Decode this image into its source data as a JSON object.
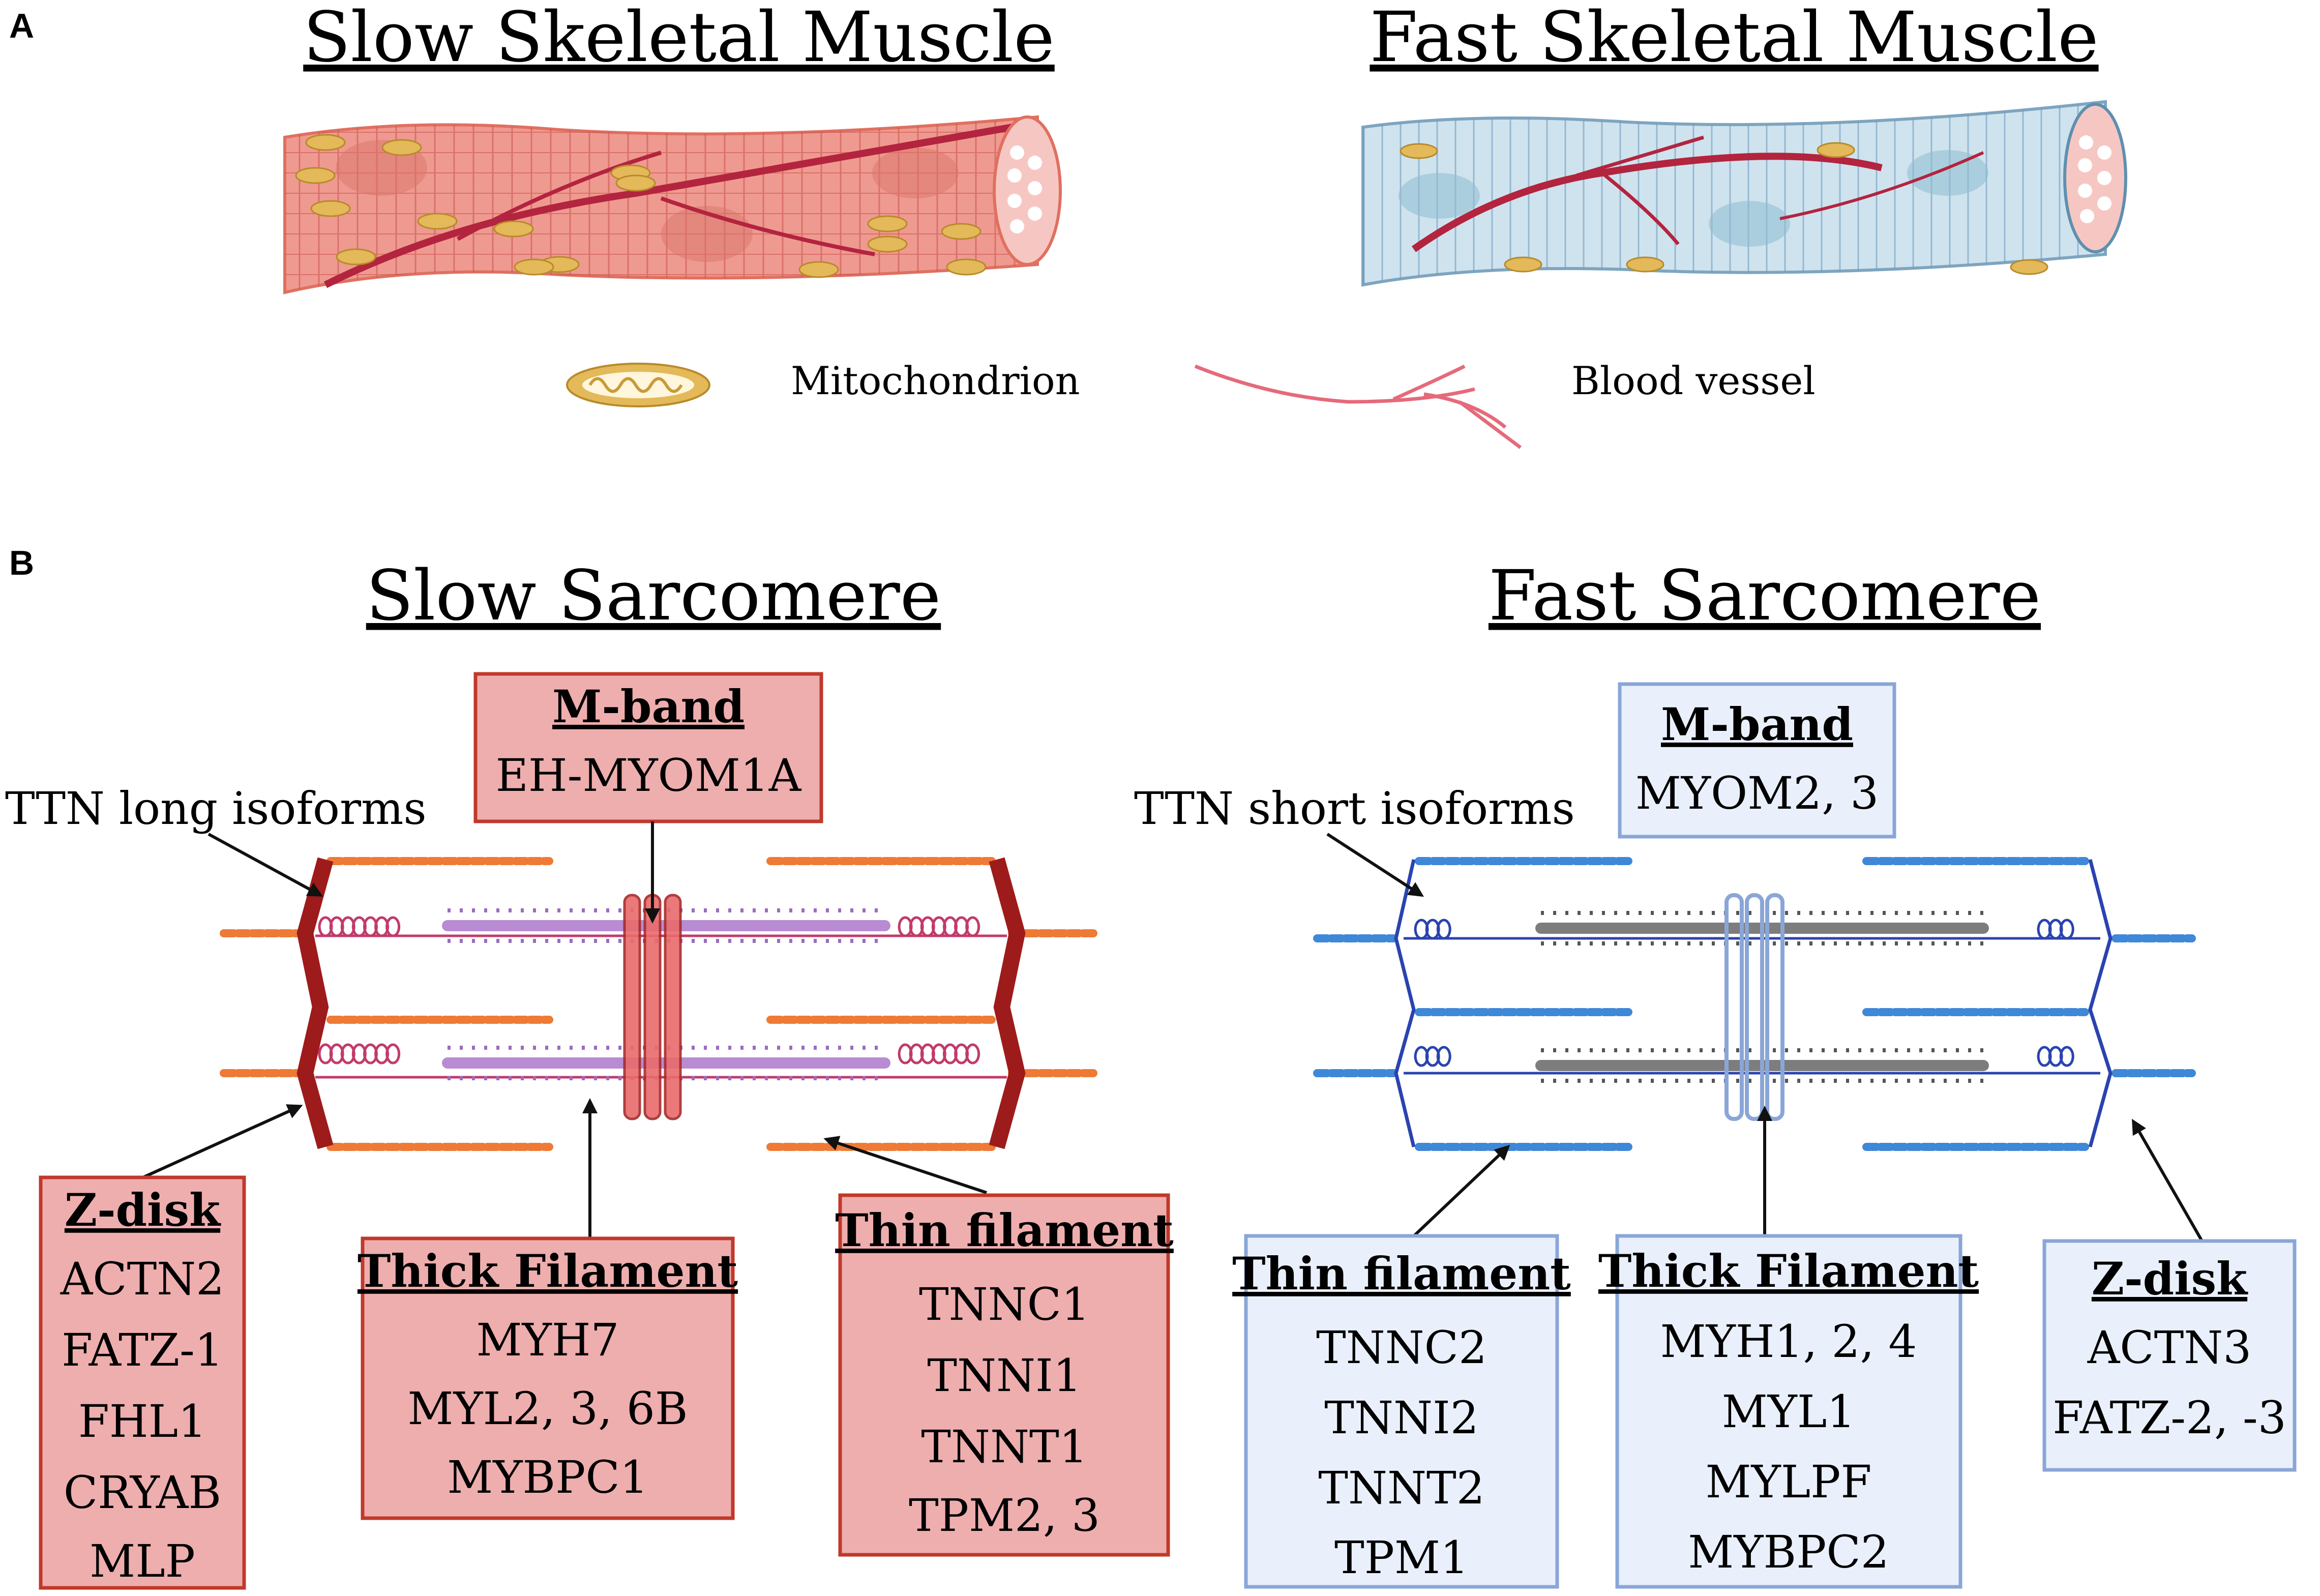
{
  "panels": {
    "a": {
      "letter": "A",
      "slow_title": "Slow Skeletal Muscle",
      "fast_title": "Fast Skeletal Muscle",
      "legend": {
        "mitochondrion": "Mitochondrion",
        "blood_vessel": "Blood vessel"
      }
    },
    "b": {
      "letter": "B",
      "slow": {
        "title": "Slow Sarcomere",
        "ttn_label": "TTN long isoforms",
        "mband": {
          "title": "M-band",
          "items": [
            "EH-MYOM1A"
          ]
        },
        "zdisk": {
          "title": "Z-disk",
          "items": [
            "ACTN2",
            "FATZ-1",
            "FHL1",
            "CRYAB",
            "MLP"
          ]
        },
        "thick": {
          "title": "Thick Filament",
          "items": [
            "MYH7",
            "MYL2, 3, 6B",
            "MYBPC1"
          ]
        },
        "thin": {
          "title": "Thin filament",
          "items": [
            "TNNC1",
            "TNNI1",
            "TNNT1",
            "TPM2, 3"
          ]
        }
      },
      "fast": {
        "title": "Fast Sarcomere",
        "ttn_label": "TTN short isoforms",
        "mband": {
          "title": "M-band",
          "items": [
            "MYOM2, 3"
          ]
        },
        "thin": {
          "title": "Thin filament",
          "items": [
            "TNNC2",
            "TNNI2",
            "TNNT2",
            "TPM1"
          ]
        },
        "thick": {
          "title": "Thick Filament",
          "items": [
            "MYH1, 2, 4",
            "MYL1",
            "MYLPF",
            "MYBPC2"
          ]
        },
        "zdisk": {
          "title": "Z-disk",
          "items": [
            "ACTN3",
            "FATZ-2, -3"
          ]
        }
      }
    }
  },
  "colors": {
    "slow_box_fill": "#eeaeae",
    "slow_box_stroke": "#c0392b",
    "fast_box_fill": "#eaf0fb",
    "fast_box_stroke": "#8aa6d8",
    "slow_fiber": "#ef9a90",
    "fast_fiber": "#cfe3ee",
    "vessel": "#b3243f",
    "mito": "#e3b95a",
    "slow_actin": "#ef7a35",
    "fast_actin": "#3f88d8",
    "slow_z": "#9e1b1b",
    "fast_z": "#2a43b0",
    "slow_myosin": "#b98bd2",
    "fast_myosin": "#7d7d7d",
    "slow_titin": "#c23a6b",
    "fast_titin": "#2a43b0"
  }
}
